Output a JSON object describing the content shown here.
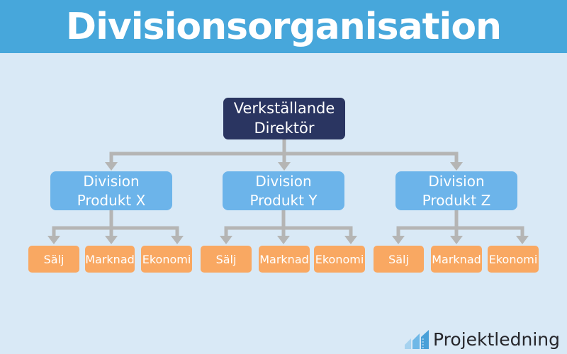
{
  "header": {
    "title": "Divisionsorganisation"
  },
  "org_chart": {
    "root": {
      "label": "Verkställande Direktör"
    },
    "divisions": [
      {
        "label": "Division Produkt X",
        "children": [
          {
            "label": "Sälj"
          },
          {
            "label": "Marknad"
          },
          {
            "label": "Ekonomi"
          }
        ]
      },
      {
        "label": "Division Produkt Y",
        "children": [
          {
            "label": "Sälj"
          },
          {
            "label": "Marknad"
          },
          {
            "label": "Ekonomi"
          }
        ]
      },
      {
        "label": "Division Produkt Z",
        "children": [
          {
            "label": "Sälj"
          },
          {
            "label": "Marknad"
          },
          {
            "label": "Ekonomi"
          }
        ]
      }
    ]
  },
  "footer": {
    "brand": "Projektledning"
  },
  "icons": {
    "logo": "ascending-bars-icon"
  },
  "colors": {
    "header-bg": "#47a7db",
    "page-bg": "#d9e9f6",
    "root-box": "#2a3561",
    "division-box": "#6cb4ea",
    "leaf-box": "#f9a862",
    "connector": "#b5b5b4",
    "title-text": "#ffffff",
    "node-text": "#ffffff",
    "brand-text": "#26262b",
    "logo-bar-1": "#a6d2ef",
    "logo-bar-2": "#6fb8e7",
    "logo-bar-3": "#49a0d8"
  }
}
